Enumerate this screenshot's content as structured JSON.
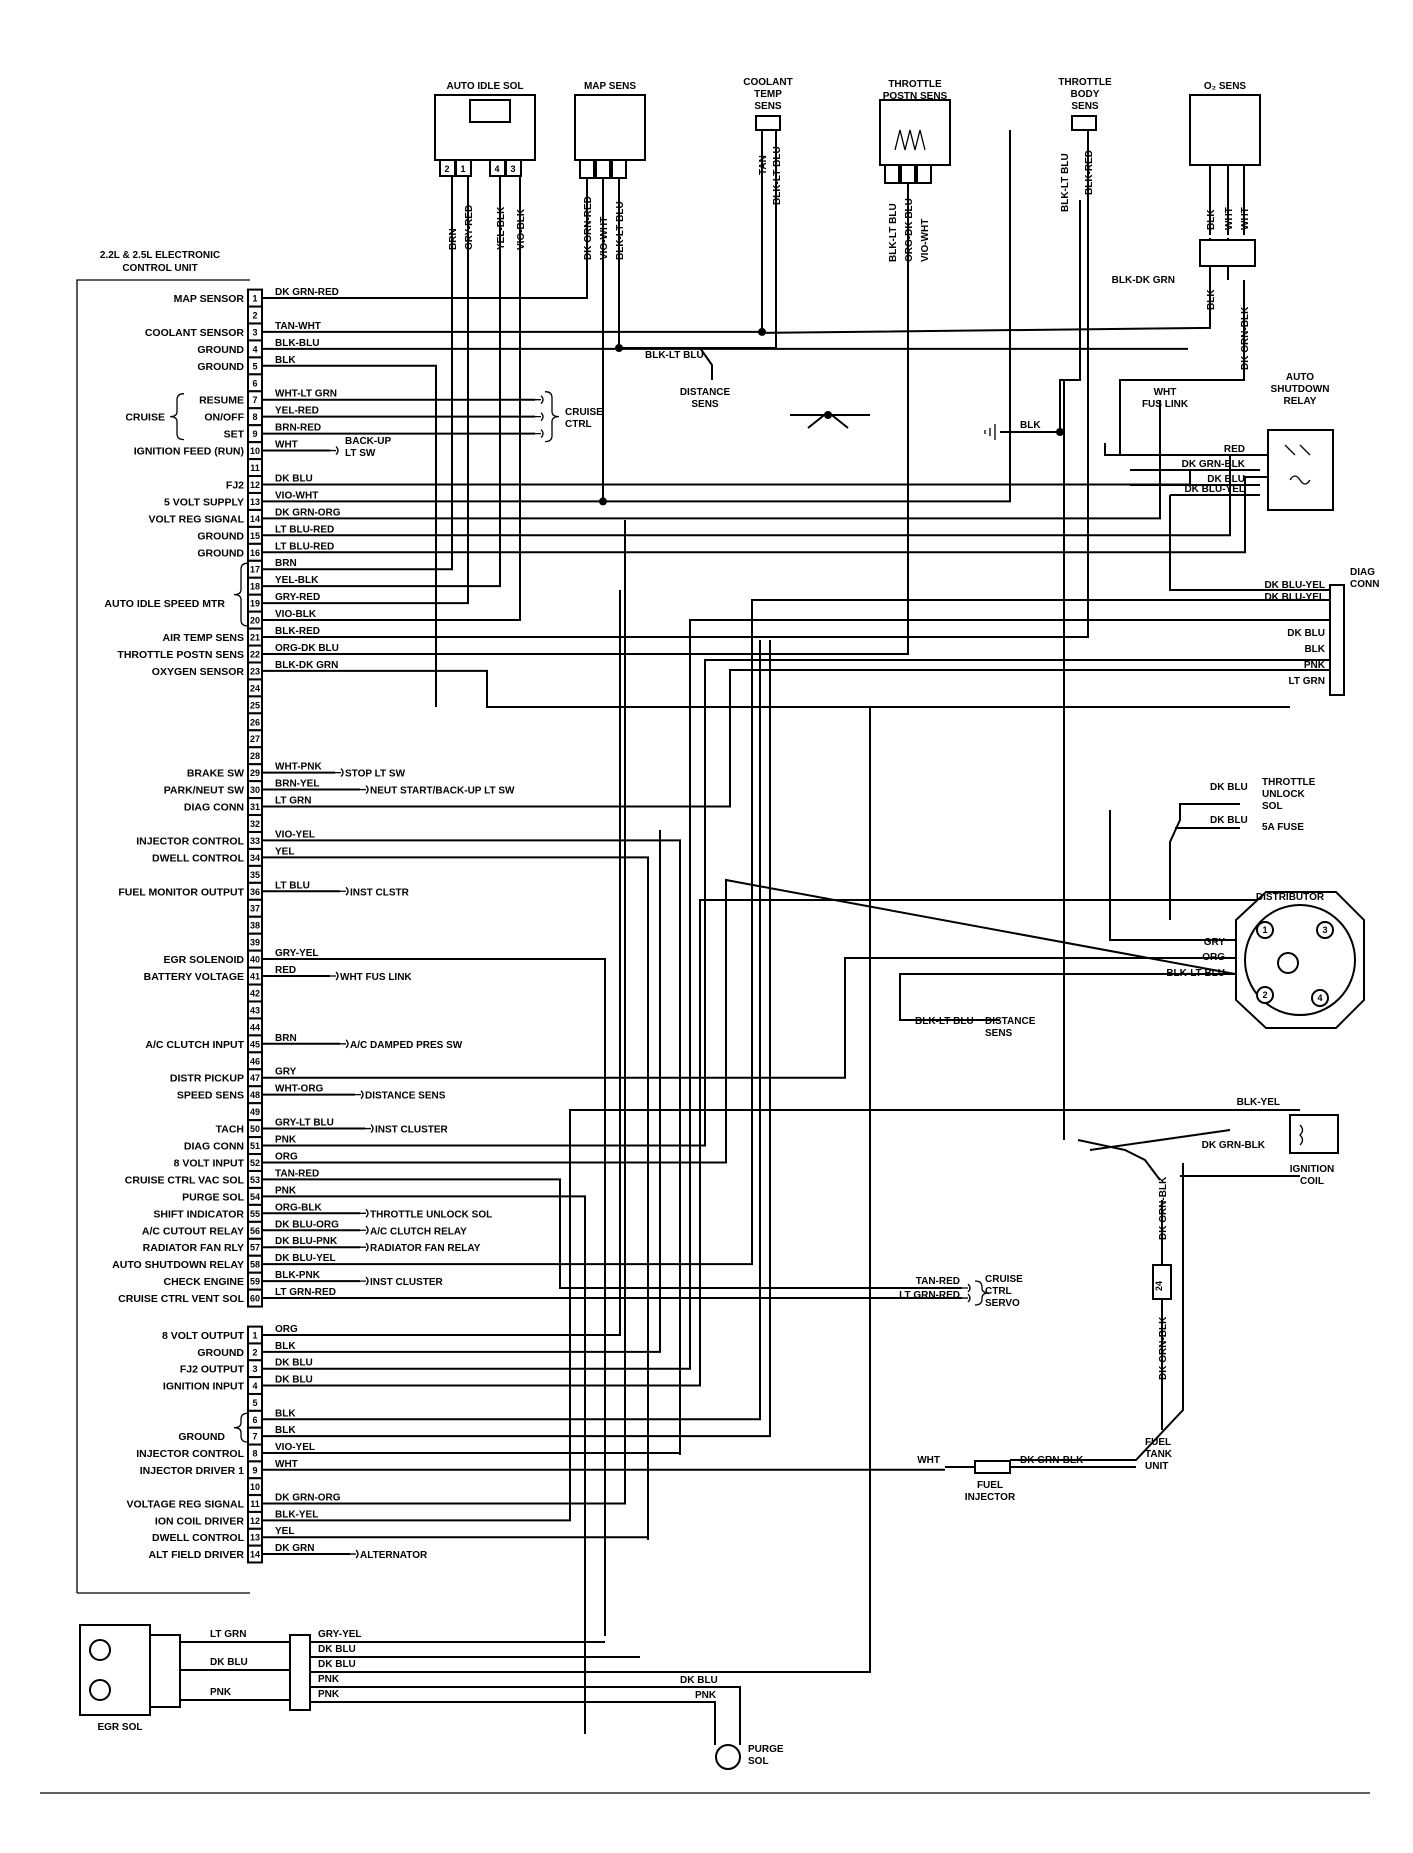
{
  "ecu": {
    "title_line1": "2.2L & 2.5L ELECTRONIC",
    "title_line2": "CONTROL UNIT",
    "connector_a": [
      {
        "pin": "1",
        "label": "MAP SENSOR",
        "wire": "DK GRN-RED"
      },
      {
        "pin": "2",
        "label": "",
        "wire": ""
      },
      {
        "pin": "3",
        "label": "COOLANT SENSOR",
        "wire": "TAN-WHT"
      },
      {
        "pin": "4",
        "label": "GROUND",
        "wire": "BLK-BLU"
      },
      {
        "pin": "5",
        "label": "GROUND",
        "wire": "BLK"
      },
      {
        "pin": "6",
        "label": "",
        "wire": ""
      },
      {
        "pin": "7",
        "label": "RESUME",
        "wire": "WHT-LT GRN"
      },
      {
        "pin": "8",
        "label": "ON/OFF",
        "wire": "YEL-RED"
      },
      {
        "pin": "9",
        "label": "SET",
        "wire": "BRN-RED"
      },
      {
        "pin": "10",
        "label": "IGNITION FEED (RUN)",
        "wire": "WHT"
      },
      {
        "pin": "11",
        "label": "",
        "wire": ""
      },
      {
        "pin": "12",
        "label": "FJ2",
        "wire": "DK BLU"
      },
      {
        "pin": "13",
        "label": "5 VOLT SUPPLY",
        "wire": "VIO-WHT"
      },
      {
        "pin": "14",
        "label": "VOLT REG SIGNAL",
        "wire": "DK GRN-ORG"
      },
      {
        "pin": "15",
        "label": "GROUND",
        "wire": "LT BLU-RED"
      },
      {
        "pin": "16",
        "label": "GROUND",
        "wire": "LT BLU-RED"
      },
      {
        "pin": "17",
        "label": "",
        "wire": "BRN"
      },
      {
        "pin": "18",
        "label": "",
        "wire": "YEL-BLK"
      },
      {
        "pin": "19",
        "label": "",
        "wire": "GRY-RED"
      },
      {
        "pin": "20",
        "label": "",
        "wire": "VIO-BLK"
      },
      {
        "pin": "21",
        "label": "AIR TEMP SENS",
        "wire": "BLK-RED"
      },
      {
        "pin": "22",
        "label": "THROTTLE POSTN SENS",
        "wire": "ORG-DK BLU"
      },
      {
        "pin": "23",
        "label": "OXYGEN SENSOR",
        "wire": "BLK-DK GRN"
      },
      {
        "pin": "24",
        "label": "",
        "wire": ""
      },
      {
        "pin": "25",
        "label": "",
        "wire": ""
      },
      {
        "pin": "26",
        "label": "",
        "wire": ""
      },
      {
        "pin": "27",
        "label": "",
        "wire": ""
      },
      {
        "pin": "28",
        "label": "",
        "wire": ""
      },
      {
        "pin": "29",
        "label": "BRAKE SW",
        "wire": "WHT-PNK"
      },
      {
        "pin": "30",
        "label": "PARK/NEUT SW",
        "wire": "BRN-YEL"
      },
      {
        "pin": "31",
        "label": "DIAG CONN",
        "wire": "LT GRN"
      },
      {
        "pin": "32",
        "label": "",
        "wire": ""
      },
      {
        "pin": "33",
        "label": "INJECTOR CONTROL",
        "wire": "VIO-YEL"
      },
      {
        "pin": "34",
        "label": "DWELL CONTROL",
        "wire": "YEL"
      },
      {
        "pin": "35",
        "label": "",
        "wire": ""
      },
      {
        "pin": "36",
        "label": "FUEL MONITOR OUTPUT",
        "wire": "LT BLU"
      },
      {
        "pin": "37",
        "label": "",
        "wire": ""
      },
      {
        "pin": "38",
        "label": "",
        "wire": ""
      },
      {
        "pin": "39",
        "label": "",
        "wire": ""
      },
      {
        "pin": "40",
        "label": "EGR SOLENOID",
        "wire": "GRY-YEL"
      },
      {
        "pin": "41",
        "label": "BATTERY VOLTAGE",
        "wire": "RED"
      },
      {
        "pin": "42",
        "label": "",
        "wire": ""
      },
      {
        "pin": "43",
        "label": "",
        "wire": ""
      },
      {
        "pin": "44",
        "label": "",
        "wire": ""
      },
      {
        "pin": "45",
        "label": "A/C CLUTCH INPUT",
        "wire": "BRN"
      },
      {
        "pin": "46",
        "label": "",
        "wire": ""
      },
      {
        "pin": "47",
        "label": "DISTR PICKUP",
        "wire": "GRY"
      },
      {
        "pin": "48",
        "label": "SPEED SENS",
        "wire": "WHT-ORG"
      },
      {
        "pin": "49",
        "label": "",
        "wire": ""
      },
      {
        "pin": "50",
        "label": "TACH",
        "wire": "GRY-LT BLU"
      },
      {
        "pin": "51",
        "label": "DIAG CONN",
        "wire": "PNK"
      },
      {
        "pin": "52",
        "label": "8 VOLT INPUT",
        "wire": "ORG"
      },
      {
        "pin": "53",
        "label": "CRUISE CTRL VAC SOL",
        "wire": "TAN-RED"
      },
      {
        "pin": "54",
        "label": "PURGE SOL",
        "wire": "PNK"
      },
      {
        "pin": "55",
        "label": "SHIFT INDICATOR",
        "wire": "ORG-BLK"
      },
      {
        "pin": "56",
        "label": "A/C CUTOUT RELAY",
        "wire": "DK BLU-ORG"
      },
      {
        "pin": "57",
        "label": "RADIATOR FAN RLY",
        "wire": "DK BLU-PNK"
      },
      {
        "pin": "58",
        "label": "AUTO SHUTDOWN RELAY",
        "wire": "DK BLU-YEL"
      },
      {
        "pin": "59",
        "label": "CHECK ENGINE",
        "wire": "BLK-PNK"
      },
      {
        "pin": "60",
        "label": "CRUISE CTRL VENT SOL",
        "wire": "LT GRN-RED"
      }
    ],
    "connector_b": [
      {
        "pin": "1",
        "label": "8 VOLT OUTPUT",
        "wire": "ORG"
      },
      {
        "pin": "2",
        "label": "GROUND",
        "wire": "BLK"
      },
      {
        "pin": "3",
        "label": "FJ2 OUTPUT",
        "wire": "DK BLU"
      },
      {
        "pin": "4",
        "label": "IGNITION INPUT",
        "wire": "DK BLU"
      },
      {
        "pin": "5",
        "label": "",
        "wire": ""
      },
      {
        "pin": "6",
        "label": "",
        "wire": "BLK"
      },
      {
        "pin": "7",
        "label": "",
        "wire": "BLK"
      },
      {
        "pin": "8",
        "label": "INJECTOR CONTROL",
        "wire": "VIO-YEL"
      },
      {
        "pin": "9",
        "label": "INJECTOR DRIVER 1",
        "wire": "WHT"
      },
      {
        "pin": "10",
        "label": "",
        "wire": ""
      },
      {
        "pin": "11",
        "label": "VOLTAGE REG SIGNAL",
        "wire": "DK GRN-ORG"
      },
      {
        "pin": "12",
        "label": "ION COIL DRIVER",
        "wire": "BLK-YEL"
      },
      {
        "pin": "13",
        "label": "DWELL CONTROL",
        "wire": "YEL"
      },
      {
        "pin": "14",
        "label": "ALT FIELD DRIVER",
        "wire": "DK GRN"
      }
    ],
    "group_labels": {
      "cruise": "CRUISE",
      "auto_idle": "AUTO IDLE SPEED MTR",
      "ground": "GROUND"
    }
  },
  "destinations": {
    "cruise_ctrl_line1": "CRUISE",
    "cruise_ctrl_line2": "CTRL",
    "back_up_line1": "BACK-UP",
    "back_up_line2": "LT SW",
    "stop_lt_sw": "STOP LT SW",
    "neut_start": "NEUT START/BACK-UP LT SW",
    "inst_clstr": "INST CLSTR",
    "wht_fus_link": "WHT FUS LINK",
    "ac_damped": "A/C DAMPED PRES SW",
    "distance_sens": "DISTANCE SENS",
    "inst_cluster_50": "INST CLUSTER",
    "throttle_unlock_sol": "THROTTLE UNLOCK SOL",
    "ac_clutch_relay": "A/C CLUTCH RELAY",
    "radiator_fan_relay": "RADIATOR FAN RELAY",
    "inst_cluster_59": "INST CLUSTER",
    "alternator": "ALTERNATOR"
  },
  "components": {
    "auto_idle_sol": {
      "title": "AUTO IDLE SOL",
      "pins": [
        "2",
        "1",
        "4",
        "3"
      ],
      "wires": [
        "BRN",
        "GRY-RED",
        "YEL-BLK",
        "VIO-BLK"
      ]
    },
    "map_sens": {
      "title": "MAP SENS",
      "wires": [
        "DK GRN-RED",
        "VIO-WHT",
        "BLK-LT BLU"
      ]
    },
    "coolant_temp_sens": {
      "title_line1": "COOLANT",
      "title_line2": "TEMP",
      "title_line3": "SENS",
      "wires": [
        "TAN",
        "BLK-LT BLU"
      ]
    },
    "throttle_postn_sens": {
      "title_line1": "THROTTLE",
      "title_line2": "POSTN SENS",
      "wires": [
        "BLK-LT BLU",
        "ORG-DK BLU",
        "VIO-WHT"
      ]
    },
    "throttle_body_sens": {
      "title_line1": "THROTTLE",
      "title_line2": "BODY",
      "title_line3": "SENS",
      "wires": [
        "BLK-LT BLU",
        "BLK-RED"
      ]
    },
    "o2_sens": {
      "title": "O₂ SENS",
      "wires": [
        "BLK",
        "WHT",
        "WHT"
      ],
      "lower_wires": [
        "BLK-DK GRN",
        "BLK",
        "DK GRN-BLK"
      ]
    },
    "distance_sens_top": {
      "wire": "BLK-LT BLU",
      "title_line1": "DISTANCE",
      "title_line2": "SENS"
    },
    "auto_shutdown_relay": {
      "title_line1": "AUTO",
      "title_line2": "SHUTDOWN",
      "title_line3": "RELAY",
      "fus_line1": "WHT",
      "fus_line2": "FUS LINK",
      "wires": [
        "RED",
        "DK GRN-BLK",
        "DK BLU",
        "DK BLU-YEL"
      ]
    },
    "ground_blk": "BLK",
    "diag_conn": {
      "title_line1": "DIAG",
      "title_line2": "CONN",
      "wires": [
        "DK BLU-YEL",
        "DK BLU-YEL",
        "DK BLU",
        "BLK",
        "PNK",
        "LT GRN"
      ]
    },
    "throttle_unlock": {
      "wire1": "DK BLU",
      "wire2": "DK BLU",
      "title_line1": "THROTTLE",
      "title_line2": "UNLOCK",
      "title_line3": "SOL",
      "fuse": "5A FUSE"
    },
    "distributor": {
      "title": "DISTRIBUTOR",
      "wires": [
        "GRY",
        "ORG",
        "BLK-LT BLU"
      ],
      "pins": [
        "1",
        "3",
        "2",
        "4"
      ]
    },
    "distance_sens_mid": {
      "wire": "BLK-LT BLU",
      "title_line1": "DISTANCE",
      "title_line2": "SENS"
    },
    "ignition_coil": {
      "title_line1": "IGNITION",
      "title_line2": "COIL",
      "wires": [
        "BLK-YEL",
        "DK GRN-BLK"
      ]
    },
    "cruise_ctrl_servo": {
      "title_line1": "CRUISE",
      "title_line2": "CTRL",
      "title_line3": "SERVO",
      "wires": [
        "TAN-RED",
        "LT GRN-RED"
      ]
    },
    "fuel_tank_unit": {
      "title_line1": "FUEL",
      "title_line2": "TANK",
      "title_line3": "UNIT",
      "wire_upper": "DK GRN-BLK",
      "wire_lower": "DK GRN-BLK",
      "splice": "24"
    },
    "fuel_injector": {
      "title_line1": "FUEL",
      "title_line2": "INJECTOR",
      "wires": [
        "WHT",
        "DK GRN-BLK"
      ]
    },
    "egr_sol": {
      "title": "EGR SOL",
      "left_wires": [
        "LT GRN",
        "DK BLU",
        "PNK"
      ],
      "right_wires": [
        "GRY-YEL",
        "DK BLU",
        "DK BLU",
        "PNK",
        "PNK"
      ]
    },
    "purge_sol": {
      "title_line1": "PURGE",
      "title_line2": "SOL",
      "wires": [
        "DK BLU",
        "PNK"
      ]
    }
  }
}
